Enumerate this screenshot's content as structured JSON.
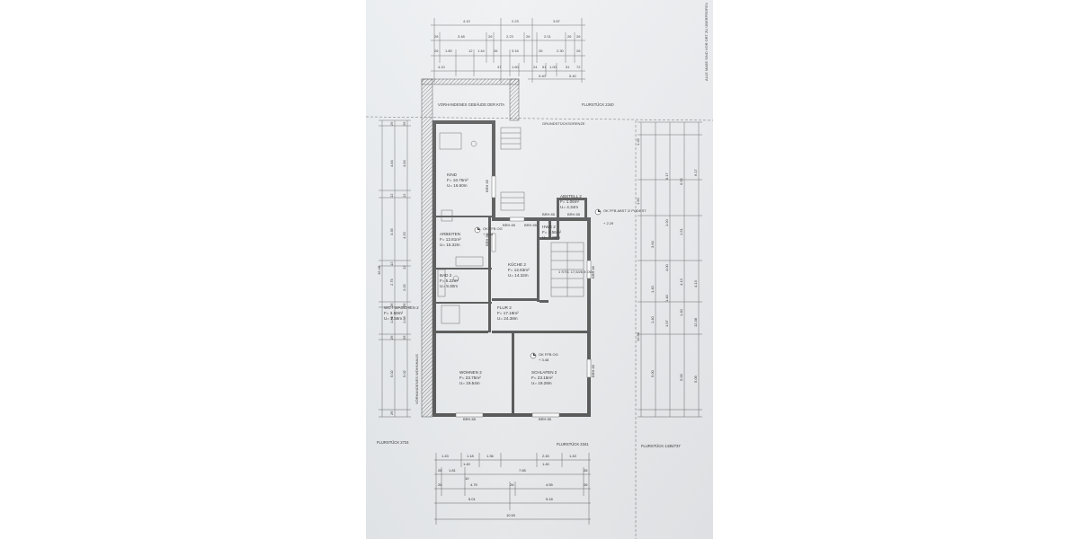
{
  "header": {
    "annotation": "ALLE MAßE SIND VOR ORT ZU ÜBERPRÜFEN"
  },
  "labels": {
    "vorhandenes_kita": "VORHANDENES GEBÄUDE DER KITA",
    "vorhandenes_wohnhaus": "VORHANDENES WOHNHAUS",
    "flurstueck_top": "FLURSTÜCK 2340",
    "flurstueck_left": "FLURSTÜCK 2724",
    "flurstueck_mid": "FLURSTÜCK 2341",
    "flurstueck_right": "FLURSTÜCK 1435/737",
    "grundstuecksgrenze": "GRUNDSTÜCKSGRENZE",
    "ok_ffb_og_1": "OK FFB OG",
    "ok_ffb_og_1_val": "+ 3.48",
    "ok_ffb_og_2": "OK FFB OG",
    "ok_ffb_og_2_val": "+ 3.48",
    "ok_ffb_abst": "OK FFB ABST 2/ PODEST",
    "ok_ffb_abst_val": "+ 2.29",
    "treppe": "1 STG. 17,5/26,5 OG"
  },
  "rooms": [
    {
      "name": "KIND",
      "area": "F= 16.75m²",
      "perimeter": "U= 16.60m"
    },
    {
      "name": "ARBEITEN",
      "area": "F= 12.81m²",
      "perimeter": "U= 15.32m"
    },
    {
      "name": "BAD 2",
      "area": "F= 5.22m²",
      "perimeter": "U= 9.30m"
    },
    {
      "name": "WC / WASCHEN 2",
      "area": "F= 3.58m²",
      "perimeter": "U= 7.58m"
    },
    {
      "name": "KÜCHE 2",
      "area": "F= 12.63m²",
      "perimeter": "U= 14.32m"
    },
    {
      "name": "HWR 2",
      "area": "F= 2.56m²",
      "perimeter": "U= 6.09m"
    },
    {
      "name": "ABSTELL 2",
      "area": "F= 1.06m²",
      "perimeter": "U= 4.34m"
    },
    {
      "name": "FLUR 2",
      "area": "F= 17.18m²",
      "perimeter": "U= 24.38m"
    },
    {
      "name": "WOHNEN 2",
      "area": "F= 23.75m²",
      "perimeter": "U= 19.54m"
    },
    {
      "name": "SCHLAFEN 2",
      "area": "F= 23.15m²",
      "perimeter": "U= 19.28m"
    }
  ],
  "brh": {
    "brh1": "BRH 85",
    "brh2": "BRH 85",
    "brh3": "BRH 85",
    "brh4": "BRH 85",
    "brh5": "BRH 85",
    "brh6": "BRH 85",
    "brh7": "BRH 85",
    "brh8": "BRH 85",
    "brh9": "BRH 85",
    "brh10": "BRH 85"
  },
  "top_dims": {
    "row1": [
      "4.10",
      "2.23",
      "3.87"
    ],
    "row2": [
      "26",
      "3.48",
      "26",
      "2.23",
      "26",
      "2.01",
      "26",
      "26"
    ],
    "row3": [
      "26",
      "1.80",
      "12",
      "1.44",
      "26",
      "3.16",
      "26",
      "2.30",
      "26"
    ],
    "row4": [
      "4.10",
      "47",
      "1.60",
      "24",
      "51",
      "1.00",
      "51",
      "72"
    ],
    "row5": [
      "5.40",
      "5.40"
    ]
  },
  "bottom_dims": {
    "row1": [
      "1.43",
      "1.18",
      "1.36",
      "2.40",
      "1.43"
    ],
    "row1b": [
      "1.40",
      "1.40"
    ],
    "row2": [
      "26",
      "1.81",
      "10",
      "7.65",
      "26"
    ],
    "row3": [
      "26",
      "4.75",
      "26",
      "4.55",
      "26"
    ],
    "row4": [
      "5.01",
      "5.18"
    ],
    "row5": [
      "10.50"
    ]
  },
  "left_dims": {
    "outer": [
      "26",
      "4.84",
      "12",
      "3.35",
      "12",
      "2.75",
      "26",
      "1.88",
      "26",
      "5.02",
      "26"
    ],
    "inner": [
      "26",
      "4.84",
      "12",
      "4.20",
      "12",
      "2.02",
      "26",
      "1.88",
      "26",
      "5.02"
    ],
    "total": "16.48"
  },
  "right_dims": {
    "col1": [
      "1.28",
      "1.60",
      "3.64",
      "1.40",
      "1.40",
      "12.58",
      "5.00"
    ],
    "col2": [
      "6.17",
      "1.20",
      "4.00",
      "1.40",
      "1.57"
    ],
    "col3": [
      "6.55",
      "1.51",
      "4.13",
      "1.40",
      "5.00"
    ],
    "col4": [
      "6.17",
      "4.13",
      "12.38",
      "5.09"
    ]
  }
}
